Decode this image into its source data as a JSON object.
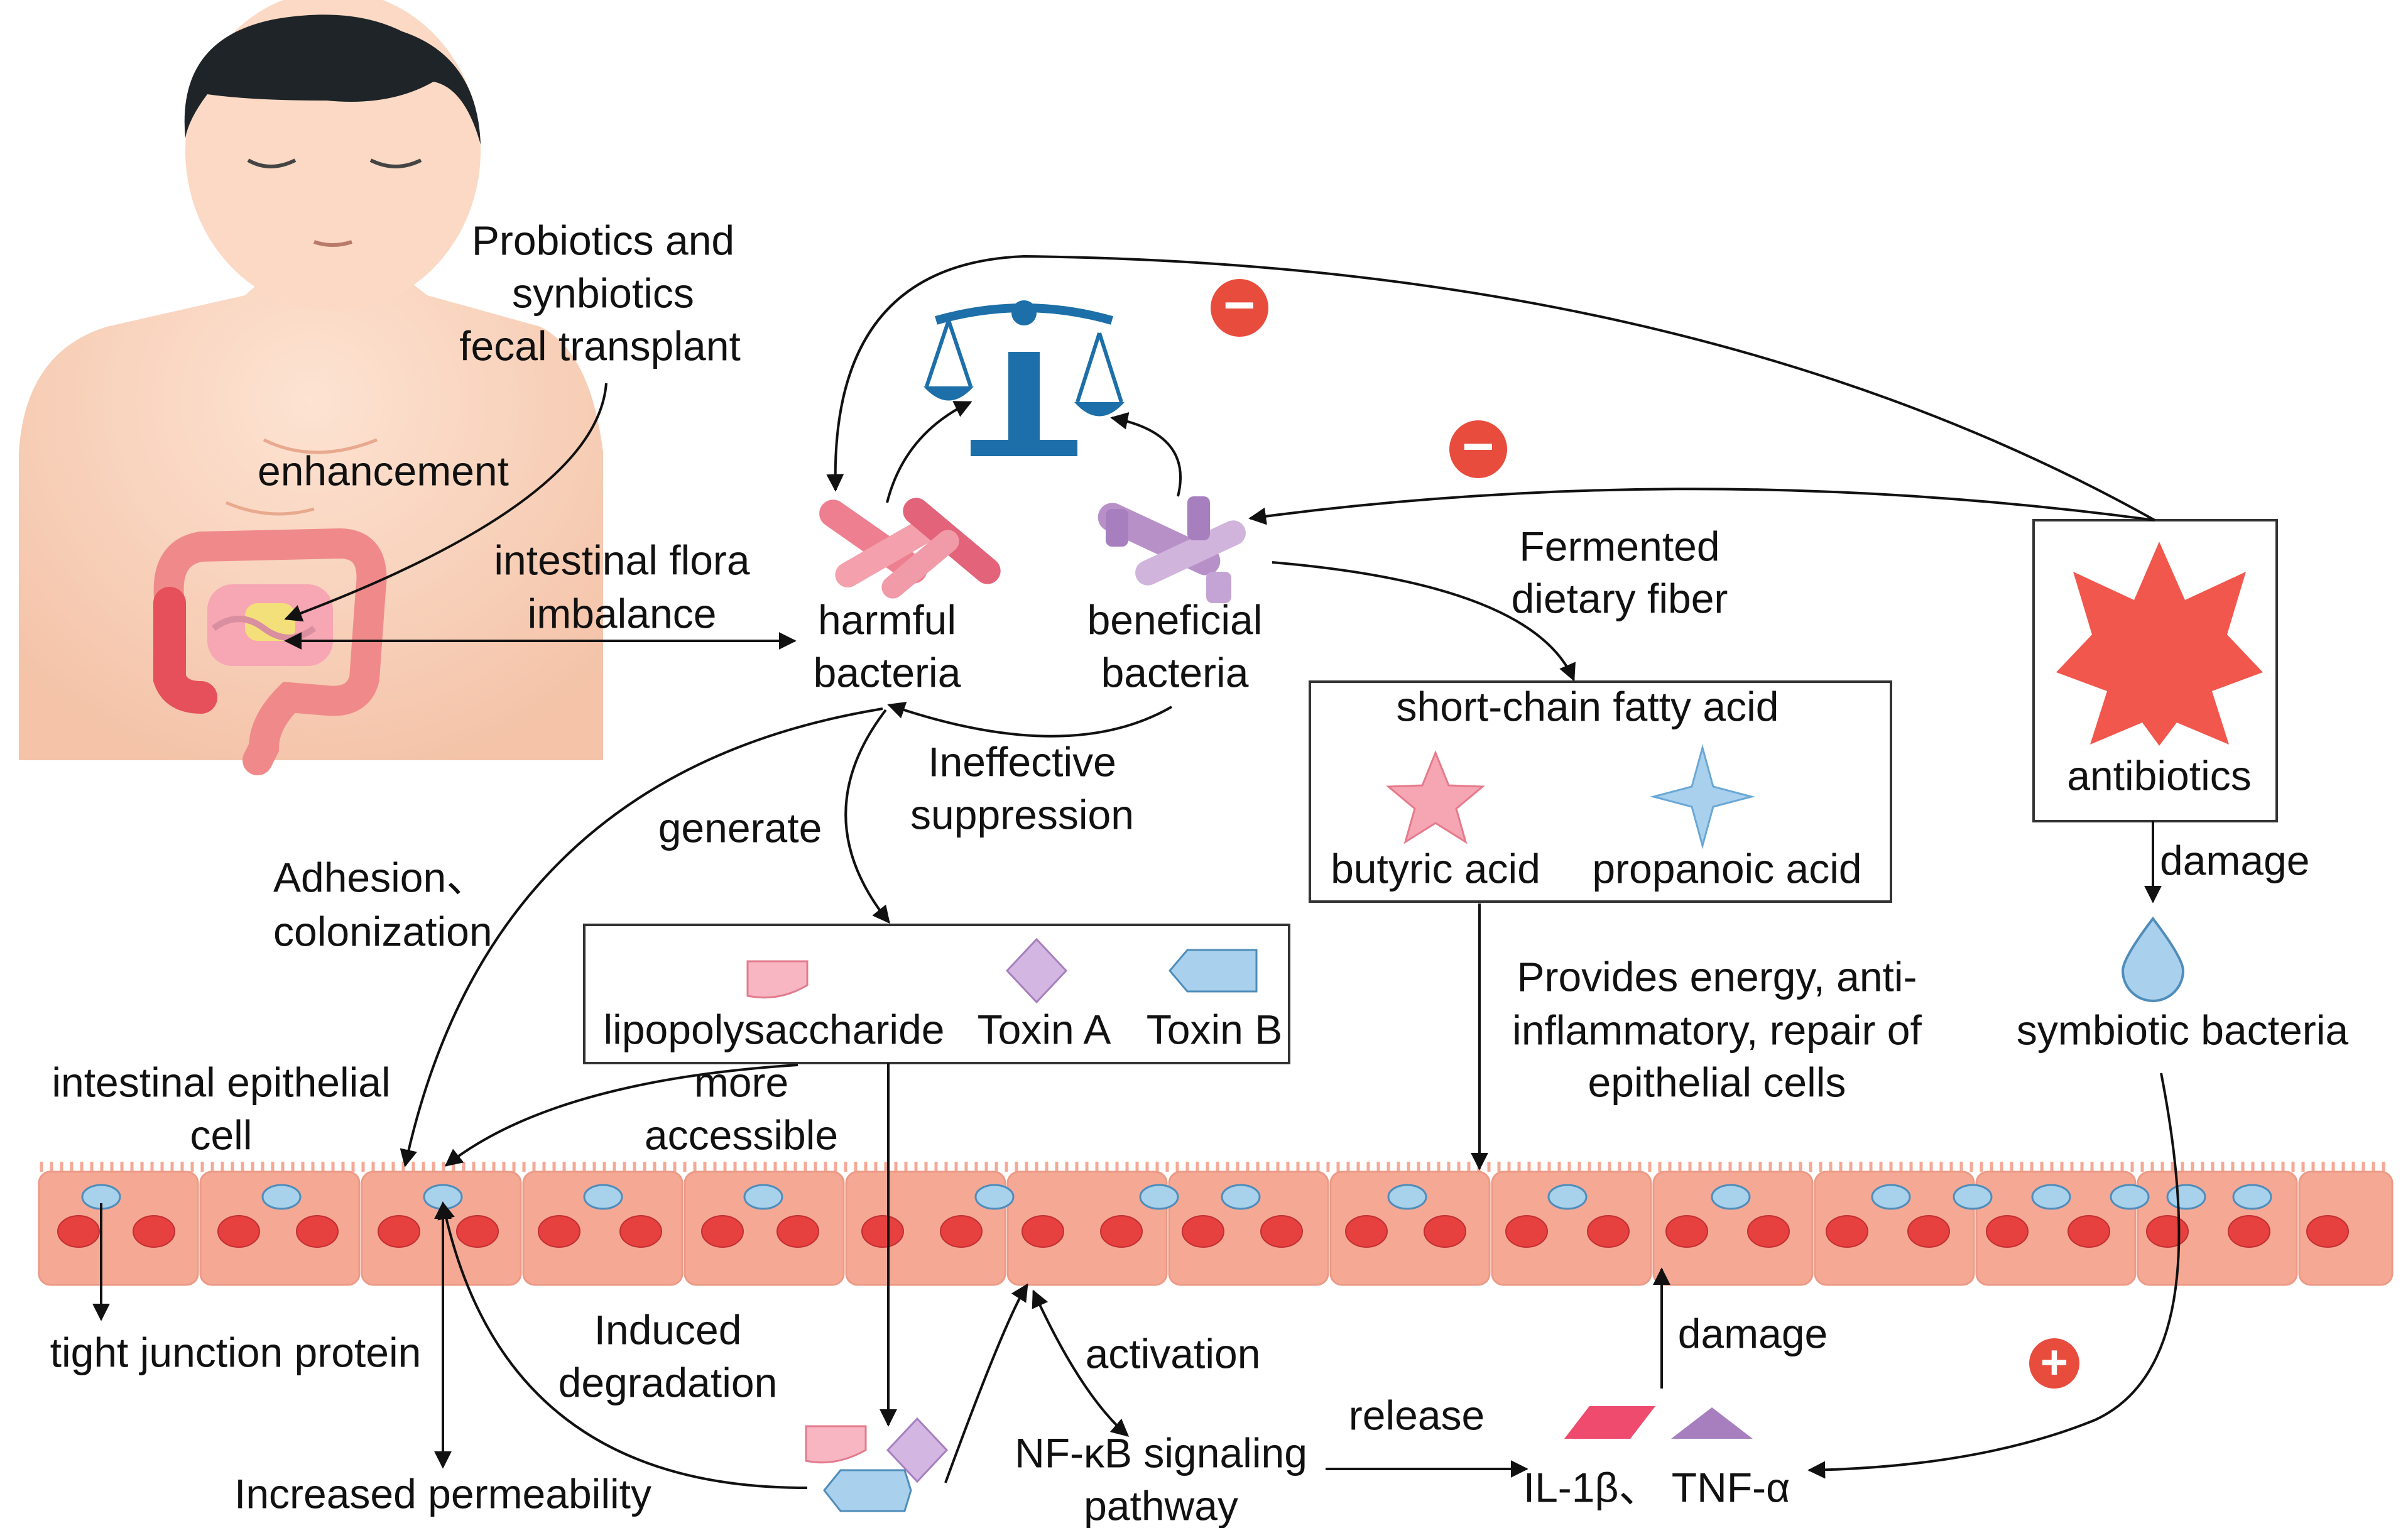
{
  "colors": {
    "epithelium": "#f5a995",
    "nucleus": "#e6413f",
    "junction": "#a8d1ec",
    "harmful": "#ee7f90",
    "beneficial": "#b890c8",
    "balance": "#1c6fa8",
    "antibiotic_star": "#f1574c",
    "minus_badge": "#e84c3d",
    "plus_badge": "#e84c3d",
    "butyric_star": "#f6a5b3",
    "propanoic_star": "#a9d0ec",
    "il1b": "#ef4b6f",
    "tnfa": "#a77fbf"
  },
  "icons": [
    "human-figure",
    "balance-scale-icon",
    "harmful-bacteria-icon",
    "beneficial-bacteria-icon",
    "antibiotic-star-icon",
    "inhibition-minus-icon",
    "promotion-plus-icon",
    "water-drop-icon"
  ],
  "labels": {
    "probiotics": [
      "Probiotics and",
      "synbiotics",
      "fecal transplant"
    ],
    "enhancement": "enhancement",
    "flora_imbalance": [
      "intestinal flora",
      "imbalance"
    ],
    "harmful_bacteria": [
      "harmful",
      "bacteria"
    ],
    "beneficial_bacteria": [
      "beneficial",
      "bacteria"
    ],
    "fermented": [
      "Fermented",
      "dietary fiber"
    ],
    "ineffective": [
      "Ineffective",
      "suppression"
    ],
    "generate": "generate",
    "adhesion": [
      "Adhesion、",
      "colonization"
    ],
    "epithelial_cell": [
      "intestinal epithelial",
      "cell"
    ],
    "more_accessible": [
      "more",
      "accessible"
    ],
    "tight_junction": "tight junction protein",
    "increased_permeability": "Increased permeability",
    "induced_degradation": [
      "Induced",
      "degradation"
    ],
    "activation": "activation",
    "nfkb": [
      "NF-κB signaling",
      "pathway"
    ],
    "release": "release",
    "damage_mid": "damage",
    "cytokines": "IL-1β、 TNF-α",
    "provides_energy": [
      "Provides energy, anti-",
      "inflammatory, repair of",
      "epithelial cells"
    ],
    "antibiotics": "antibiotics",
    "damage_right": "damage",
    "symbiotic": "symbiotic bacteria"
  },
  "toxin_box": {
    "items": [
      "lipopolysaccharide",
      "Toxin A",
      "Toxin B"
    ]
  },
  "scfa_box": {
    "title": "short-chain fatty acid",
    "items": [
      "butyric acid",
      "propanoic acid"
    ]
  },
  "badges": {
    "minus": "−",
    "plus": "+"
  }
}
